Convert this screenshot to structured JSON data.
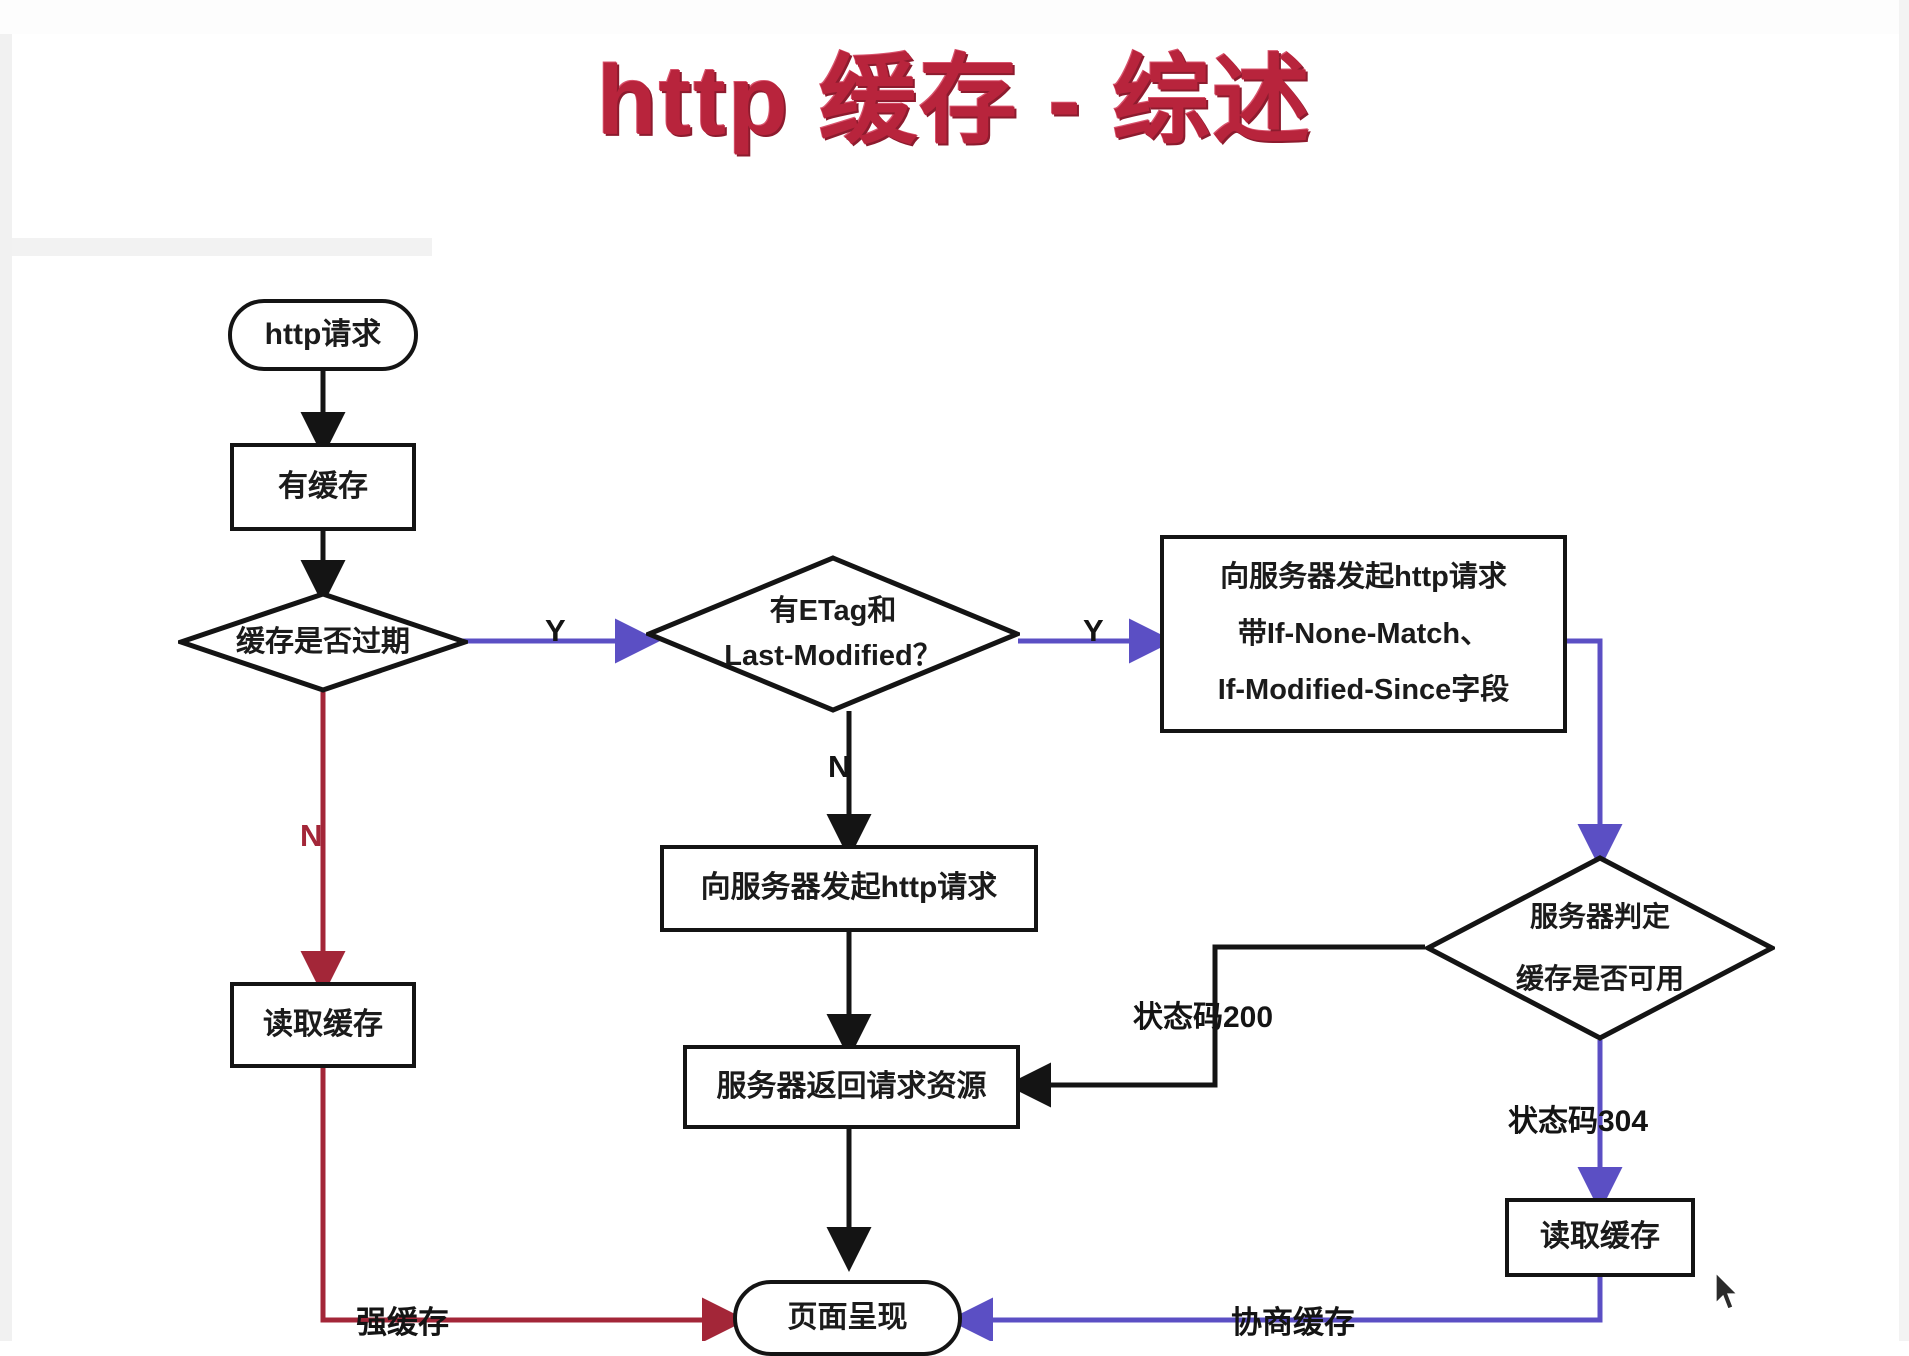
{
  "page": {
    "title": "http 缓存 - 综述",
    "title_color": "#b8243c",
    "background": "#ffffff"
  },
  "palette": {
    "stroke_default": "#141414",
    "strong_cache_path": "#a32638",
    "negotiate_cache_path": "#5b4fc4",
    "node_fill": "#ffffff"
  },
  "chart_data": {
    "type": "diagram",
    "title": "http 缓存 - 综述",
    "nodes": [
      {
        "id": "n1",
        "shape": "rounded",
        "text": "http请求"
      },
      {
        "id": "n2",
        "shape": "rect",
        "text": "有缓存"
      },
      {
        "id": "n3",
        "shape": "diamond",
        "text": "缓存是否过期"
      },
      {
        "id": "n4",
        "shape": "diamond",
        "text": "有ETag和\nLast-Modified？"
      },
      {
        "id": "n5",
        "shape": "rect",
        "text": "向服务器发起http请求\n带If-None-Match、\nIf-Modified-Since字段"
      },
      {
        "id": "n6",
        "shape": "diamond",
        "text": "服务器判定\n缓存是否可用"
      },
      {
        "id": "n7",
        "shape": "rect",
        "text": "读取缓存"
      },
      {
        "id": "n8",
        "shape": "rect",
        "text": "向服务器发起http请求"
      },
      {
        "id": "n9",
        "shape": "rect",
        "text": "服务器返回请求资源"
      },
      {
        "id": "n10",
        "shape": "rect",
        "text": "读取缓存"
      },
      {
        "id": "n11",
        "shape": "rounded",
        "text": "页面呈现"
      }
    ],
    "edges": [
      {
        "from": "n1",
        "to": "n2",
        "label": "",
        "color": "#141414"
      },
      {
        "from": "n2",
        "to": "n3",
        "label": "",
        "color": "#141414"
      },
      {
        "from": "n3",
        "to": "n4",
        "label": "Y",
        "color": "#5b4fc4"
      },
      {
        "from": "n3",
        "to": "n7",
        "label": "N",
        "color": "#a32638"
      },
      {
        "from": "n4",
        "to": "n5",
        "label": "Y",
        "color": "#5b4fc4"
      },
      {
        "from": "n4",
        "to": "n8",
        "label": "N",
        "color": "#141414"
      },
      {
        "from": "n5",
        "to": "n6",
        "label": "",
        "color": "#5b4fc4"
      },
      {
        "from": "n6",
        "to": "n9",
        "label": "状态码200",
        "color": "#141414"
      },
      {
        "from": "n6",
        "to": "n10",
        "label": "状态码304",
        "color": "#5b4fc4"
      },
      {
        "from": "n8",
        "to": "n9",
        "label": "",
        "color": "#141414"
      },
      {
        "from": "n9",
        "to": "n11",
        "label": "",
        "color": "#141414"
      },
      {
        "from": "n7",
        "to": "n11",
        "label": "强缓存",
        "color": "#a32638"
      },
      {
        "from": "n10",
        "to": "n11",
        "label": "协商缓存",
        "color": "#5b4fc4"
      }
    ]
  },
  "nodes": {
    "http_request": {
      "label": "http请求"
    },
    "has_cache": {
      "label": "有缓存"
    },
    "cache_expired": {
      "label": "缓存是否过期"
    },
    "has_etag_line1": {
      "label": "有ETag和"
    },
    "has_etag_line2": {
      "label": "Last-Modified？"
    },
    "req_with_headers_l1": {
      "label": "向服务器发起http请求"
    },
    "req_with_headers_l2": {
      "label": "带If-None-Match、"
    },
    "req_with_headers_l3": {
      "label": "If-Modified-Since字段"
    },
    "server_judge_l1": {
      "label": "服务器判定"
    },
    "server_judge_l2": {
      "label": "缓存是否可用"
    },
    "read_cache_left": {
      "label": "读取缓存"
    },
    "http_request_plain": {
      "label": "向服务器发起http请求"
    },
    "server_return": {
      "label": "服务器返回请求资源"
    },
    "read_cache_right": {
      "label": "读取缓存"
    },
    "page_render": {
      "label": "页面呈现"
    }
  },
  "edge_labels": {
    "y_expired": "Y",
    "n_expired": "N",
    "y_etag": "Y",
    "n_etag": "N",
    "status_200": "状态码200",
    "status_304": "状态码304",
    "strong_cache": "强缓存",
    "negotiate_cache": "协商缓存"
  }
}
